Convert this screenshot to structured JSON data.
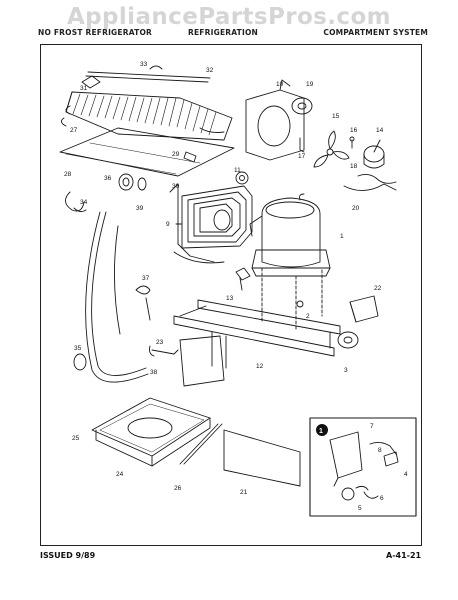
{
  "header": {
    "left_text": "NO FROST REFRIGERATOR",
    "middle_text": "REFRIGERATION",
    "right_text": "COMPARTMENT SYSTEM"
  },
  "watermark": "AppliancePartsPros.com",
  "footer": {
    "issued": "ISSUED 9/89",
    "page_code": "A-41-21"
  },
  "detail_marker": "1",
  "callouts": [
    "33",
    "32",
    "31",
    "27",
    "10",
    "19",
    "15",
    "16",
    "14",
    "17",
    "11",
    "18",
    "20",
    "28",
    "29",
    "30",
    "36",
    "34",
    "39",
    "9",
    "1",
    "37",
    "13",
    "2",
    "22",
    "23",
    "3",
    "35",
    "38",
    "12",
    "25",
    "24",
    "26",
    "21",
    "7",
    "8",
    "4",
    "6",
    "5"
  ]
}
